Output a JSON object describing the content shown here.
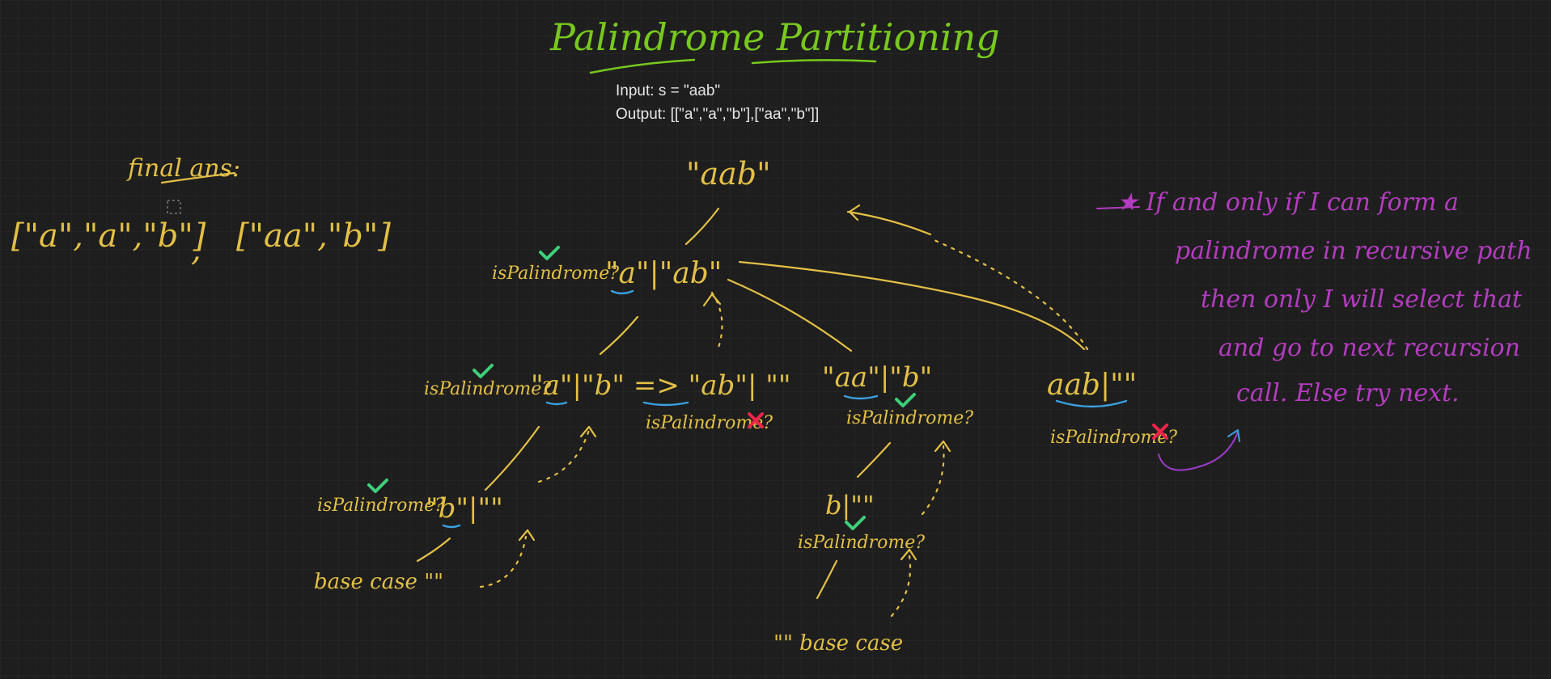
{
  "title": "Palindrome Partitioning",
  "problem": {
    "input": "Input: s = \"aab\"",
    "output": "Output: [[\"a\",\"a\",\"b\"],[\"aa\",\"b\"]]"
  },
  "final_ans": {
    "label": "final ans:",
    "partition_1": "[\"a\",\"a\",\"b\"]",
    "partition_2": "[\"aa\",\"b\"]"
  },
  "tree": {
    "root": "\"aab\"",
    "level1": "\"a\"|\"ab\"",
    "level2_left": "\"a\"|\"b\" => \"ab\"| \"\"",
    "level2_mid": "\"aa\"|\"b\"",
    "level2_right": "aab|\"\"",
    "level3_left": "\"b\"|\"\"",
    "level3_mid": "b|\"\"",
    "base_case_left": "base case  \"\"",
    "base_case_mid": "\"\"  base case"
  },
  "checks": {
    "label": "isPalindrome?",
    "level1": "pass",
    "level2_left": "pass",
    "level2_left_second": "fail",
    "level2_mid": "pass",
    "level2_right": "fail",
    "level3_left": "pass",
    "level3_mid": "pass"
  },
  "note": {
    "line1": "★ If and only if I can form a",
    "line2": "palindrome in recursive path",
    "line3": "then only I will select that",
    "line4": "and go to next recursion",
    "line5": "call. Else try next."
  },
  "colors": {
    "background": "#1e1e1e",
    "title": "#78c81e",
    "ink": "#e3c046",
    "underline": "#3aa0e0",
    "check": "#3fcf7a",
    "cross": "#f0244a",
    "note": "#b43cc0"
  }
}
